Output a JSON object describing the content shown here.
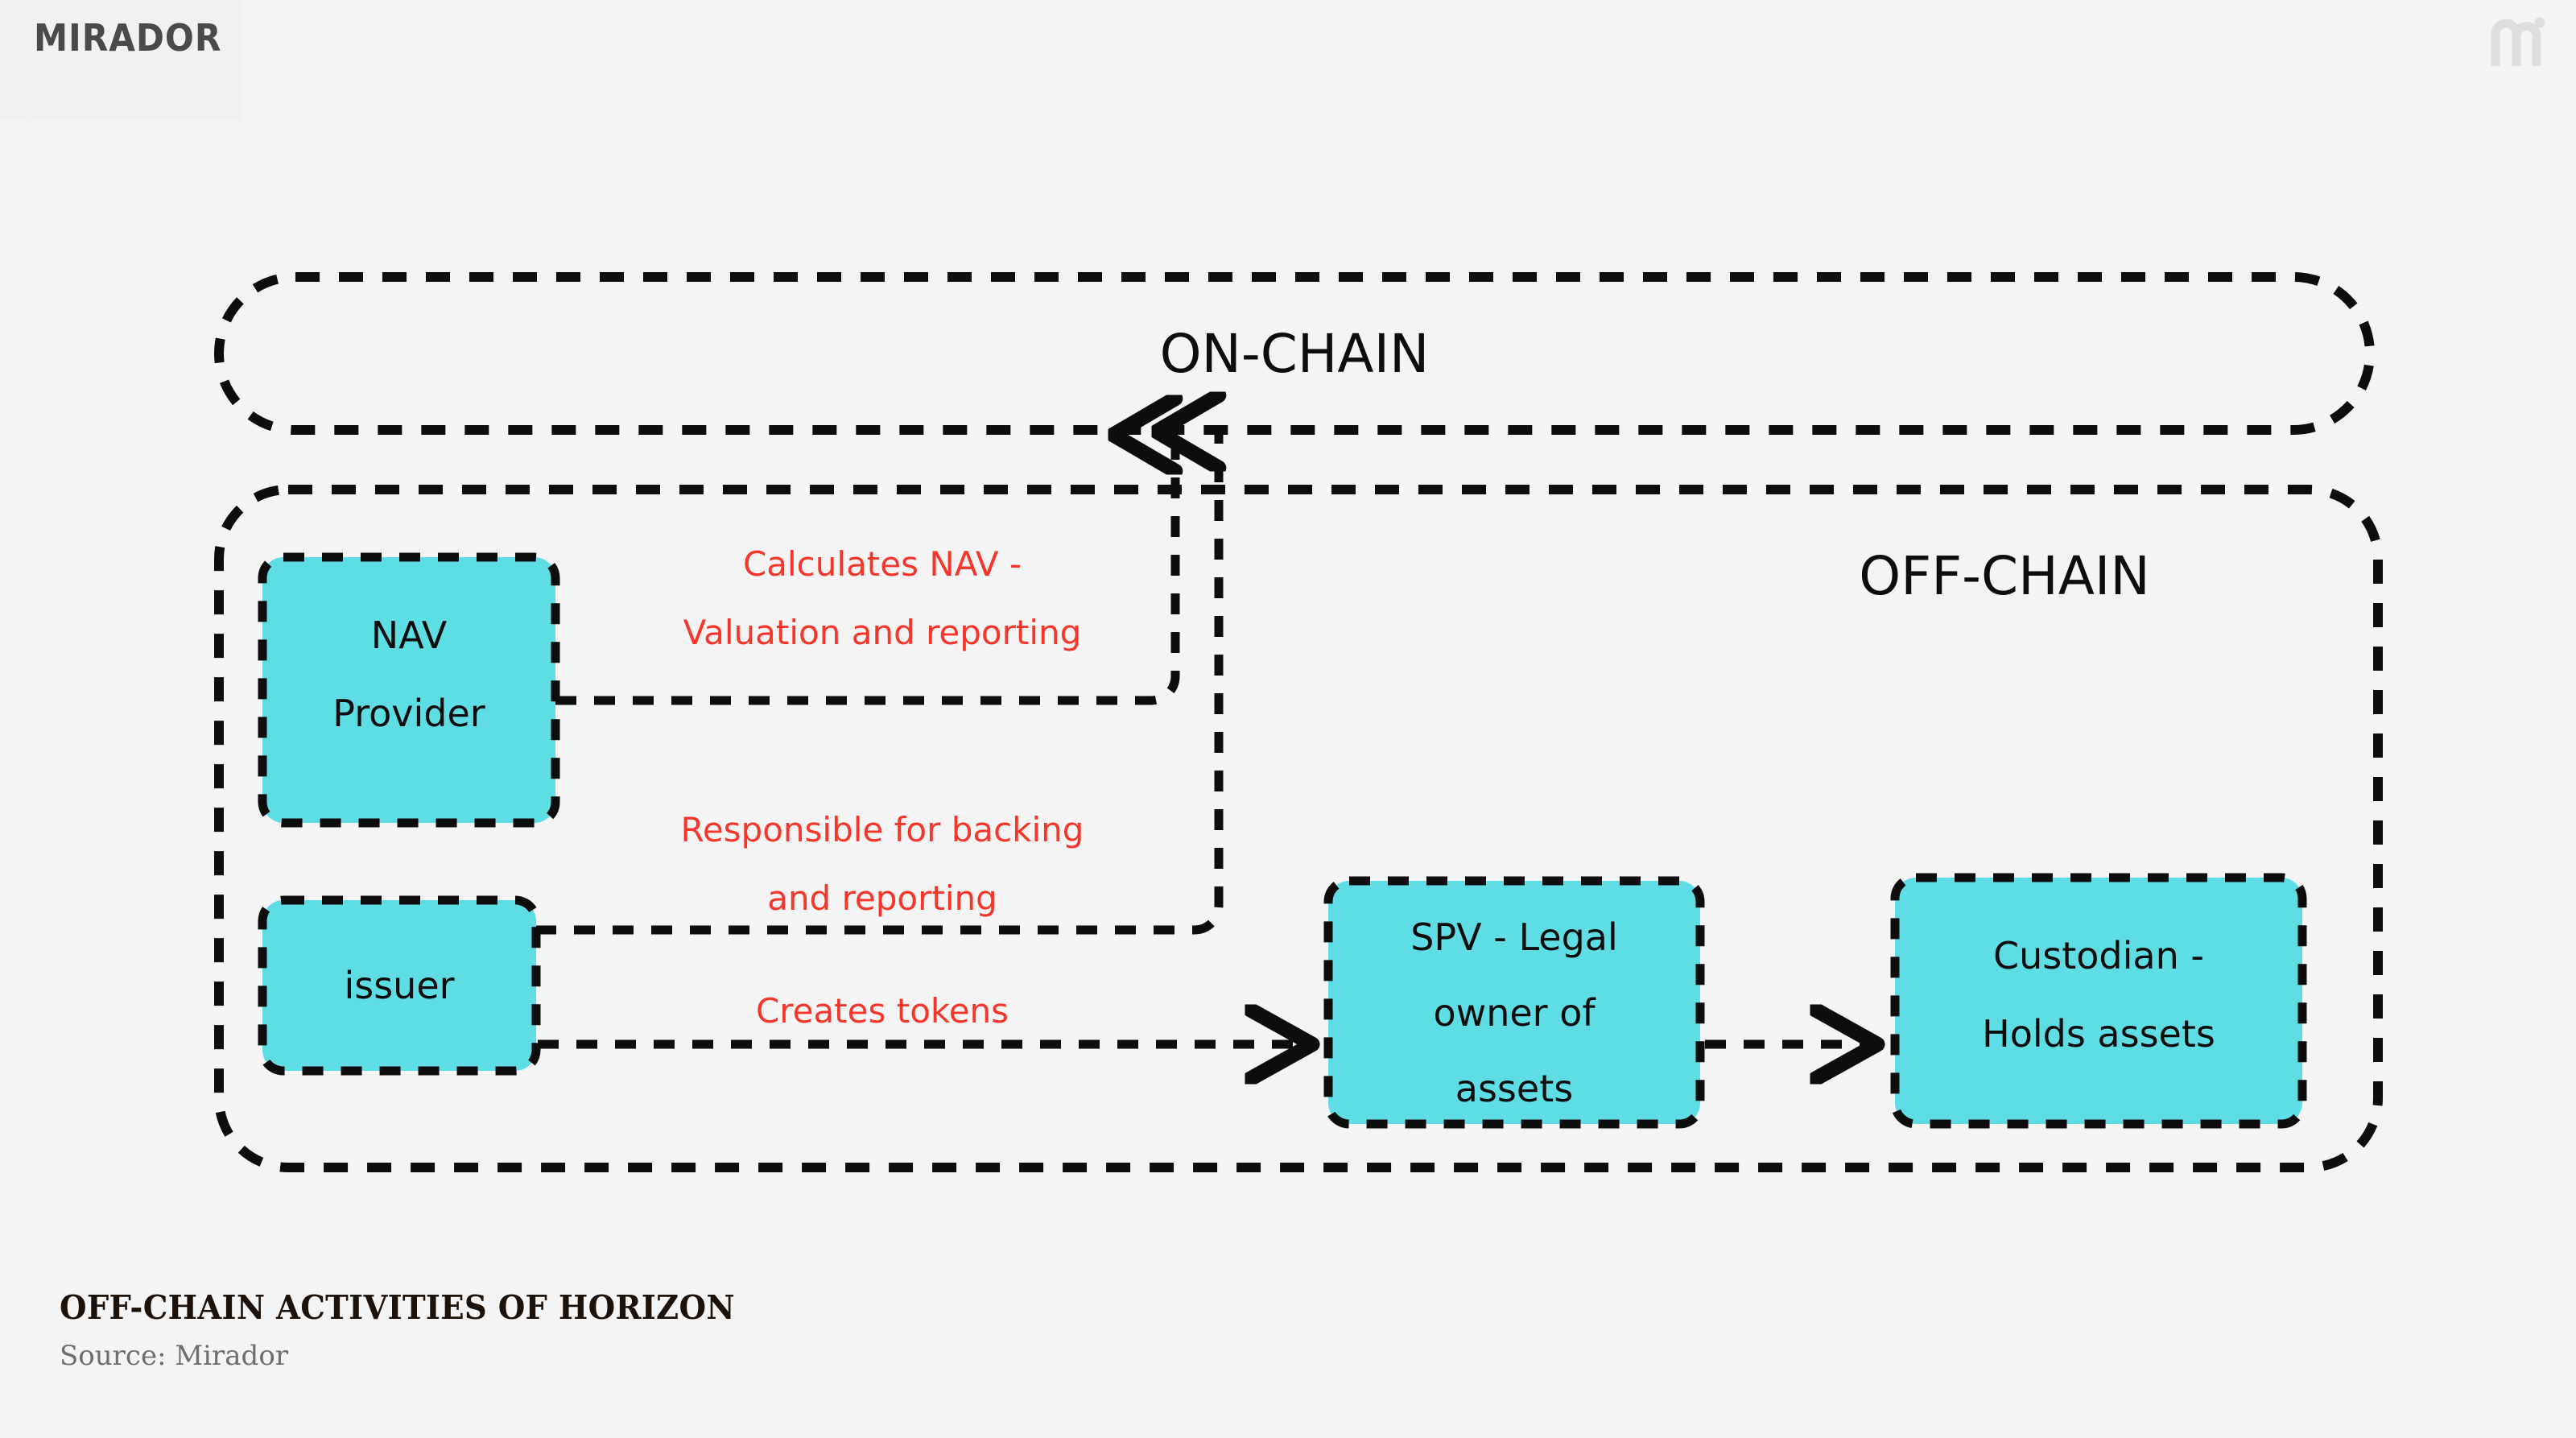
{
  "brand": {
    "wordmark": "MIRADOR",
    "monogram_icon": "mirador-m-monogram"
  },
  "diagram": {
    "zones": [
      {
        "id": "on-chain",
        "label": "ON-CHAIN"
      },
      {
        "id": "off-chain",
        "label": "OFF-CHAIN"
      }
    ],
    "nodes": [
      {
        "id": "nav-provider",
        "lines": [
          "NAV",
          "Provider"
        ]
      },
      {
        "id": "issuer",
        "lines": [
          "issuer"
        ]
      },
      {
        "id": "spv",
        "lines": [
          "SPV - Legal",
          "owner of",
          "assets"
        ]
      },
      {
        "id": "custodian",
        "lines": [
          "Custodian -",
          "Holds assets"
        ]
      }
    ],
    "edges": [
      {
        "id": "nav-to-onchain",
        "lines": [
          "Calculates NAV -",
          "Valuation and reporting"
        ]
      },
      {
        "id": "issuer-to-onchain",
        "lines": [
          "Responsible for backing",
          "and reporting"
        ]
      },
      {
        "id": "issuer-to-spv",
        "lines": [
          "Creates tokens"
        ]
      },
      {
        "id": "spv-to-custodian",
        "lines": []
      }
    ]
  },
  "caption": {
    "title": "OFF-CHAIN ACTIVITIES OF HORIZON",
    "source": "Source: Mirador"
  },
  "colors": {
    "node_fill": "#5fdde4",
    "stroke": "#0d0d0d",
    "edge_label": "#f7362b",
    "background": "#f4f4f4",
    "wordmark": "#4a4a4a",
    "monogram": "#dedede",
    "caption_title": "#1c1209",
    "caption_source": "#6e6e6e"
  }
}
